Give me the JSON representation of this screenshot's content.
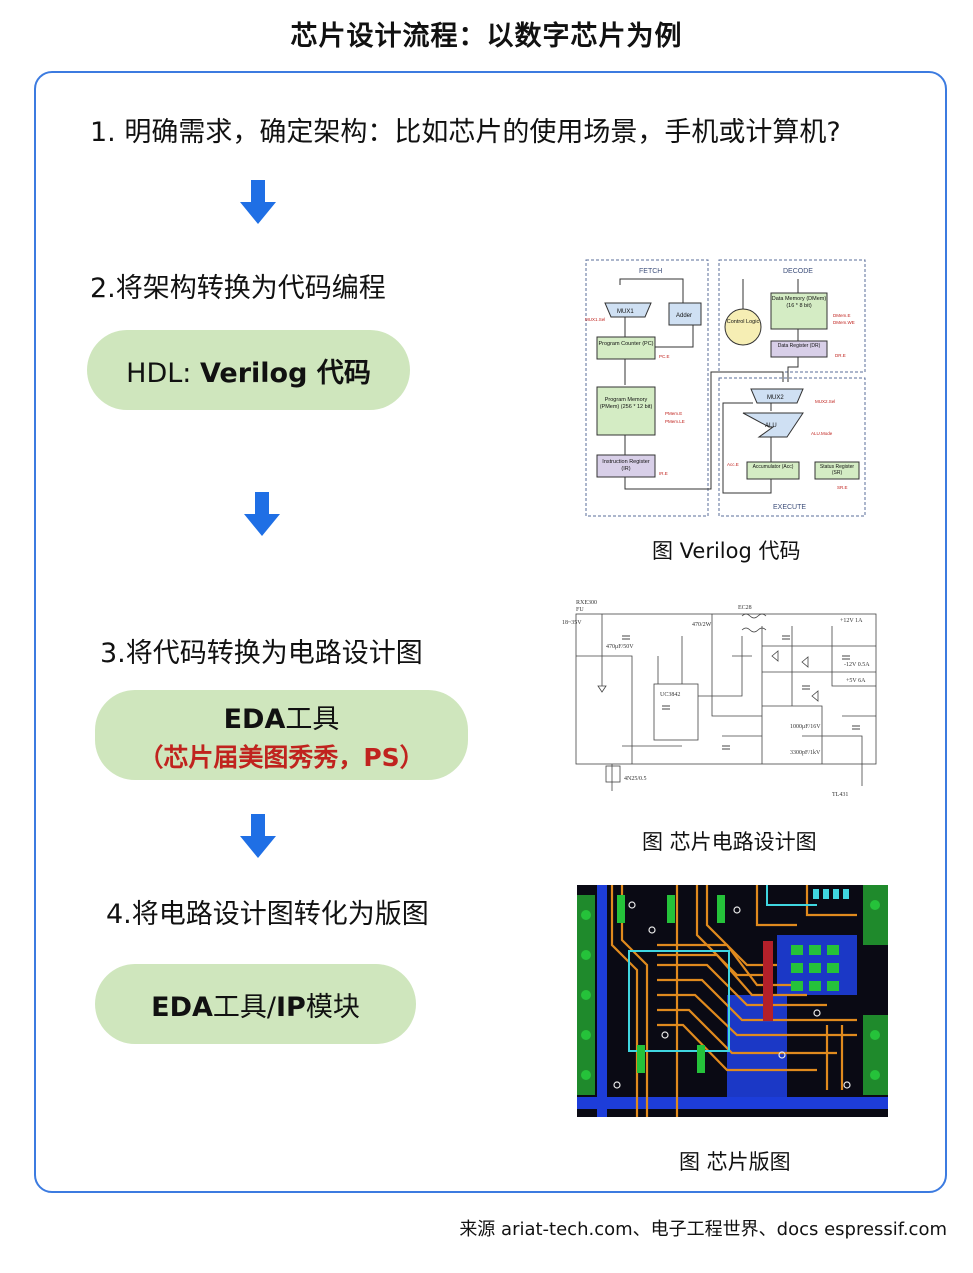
{
  "title": "芯片设计流程：以数字芯片为例",
  "steps": {
    "s1": "1. 明确需求，确定架构：比如芯片的使用场景，手机或计算机?",
    "s2": "2.将架构转换为代码编程",
    "s3": "3.将代码转换为电路设计图",
    "s4": "4.将电路设计图转化为版图"
  },
  "tools": {
    "hdl_prefix": "HDL: ",
    "hdl_bold": "Verilog 代码",
    "eda1_bold": "EDA",
    "eda1_rest": "工具",
    "eda1_note": "（芯片届美图秀秀，PS）",
    "eda2_bold": "EDA",
    "eda2_rest": "工具/",
    "eda2_bold2": "IP",
    "eda2_rest2": "模块"
  },
  "captions": {
    "verilog": "图 Verilog 代码",
    "circuit": "图 芯片电路设计图",
    "layout": "图 芯片版图"
  },
  "cpu_diagram": {
    "fetch": "FETCH",
    "decode": "DECODE",
    "execute": "EXECUTE",
    "mux1": "MUX1",
    "mux1_sel": "MUX1.Sel",
    "adder": "Adder",
    "pc": "Program Counter (PC)",
    "pc_e": "PC.E",
    "pmem": "Program Memory (PMem) (256 * 12 bit)",
    "pmem_e": "PMem.E",
    "pmem_le": "PMem.LE",
    "ir": "Instruction Register (IR)",
    "ir_e": "IR.E",
    "control": "Control Logic",
    "dmem": "Data Memory (DMem) (16 * 8 bit)",
    "dmem_e": "DMem.E",
    "dmem_we": "DMem.WE",
    "dr": "Data Register (DR)",
    "dr_e": "DR.E",
    "mux2": "MUX2",
    "mux2_sel": "MUX2.Sel",
    "alu": "ALU",
    "acc_e": "Acc.E",
    "alu_mode": "ALU.Mode",
    "acc": "Accumulator (Acc)",
    "sr": "Status Register (SR)",
    "sr_e": "SR.E"
  },
  "circuit_labels": {
    "l1": "RXE300",
    "l2": "FU",
    "l3": "18~35V",
    "l4": "EC28",
    "l5": "470/2W",
    "l6": "+12V 1A",
    "l7": "470μF/50V",
    "l8": "UC3842",
    "l9": "+5V 6A",
    "l10": "3300pF/1kV",
    "l11": "TL431",
    "l12": "4N25/0.5",
    "l13": "1000μF/16V",
    "l14": "-12V 0.5A"
  },
  "source": "来源 ariat-tech.com、电子工程世界、docs espressif.com",
  "colors": {
    "frame": "#3c7be0",
    "arrow": "#1f6fe5",
    "pill": "#cfe6bd",
    "note_red": "#c0231e",
    "diagram_red": "#c0231e",
    "pcb_bg": "#0a0a14"
  }
}
